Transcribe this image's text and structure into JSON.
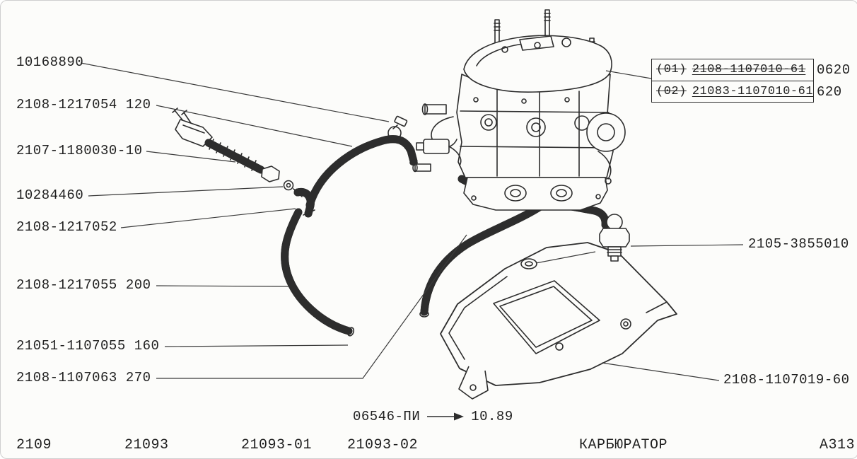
{
  "figure": {
    "code": "А313",
    "group_title": "КАРБЮРАТОР",
    "doc_number": "06546-ПИ",
    "doc_date": "10.89"
  },
  "colors": {
    "ink": "#1f1f1f",
    "background": "#fcfcfa"
  },
  "callouts": {
    "left": [
      {
        "part": "10168890",
        "qty": ""
      },
      {
        "part": "2108-1217054",
        "qty": "120"
      },
      {
        "part": "2107-1180030-10",
        "qty": ""
      },
      {
        "part": "10284460",
        "qty": ""
      },
      {
        "part": "2108-1217052",
        "qty": ""
      },
      {
        "part": "2108-1217055",
        "qty": "200"
      },
      {
        "part": "21051-1107055",
        "qty": "160"
      },
      {
        "part": "2108-1107063",
        "qty": "270"
      }
    ],
    "right": [
      {
        "part": "2105-3855010"
      },
      {
        "part": "2108-1107019-60"
      }
    ]
  },
  "variant_box": {
    "rows": [
      {
        "index": "(01)",
        "part": "2108-1107010-61",
        "qty": "0620"
      },
      {
        "index": "(02)",
        "part": "21083-1107010-61",
        "qty": "620"
      }
    ]
  },
  "models": [
    "2109",
    "21093",
    "21093-01",
    "21093-02"
  ]
}
